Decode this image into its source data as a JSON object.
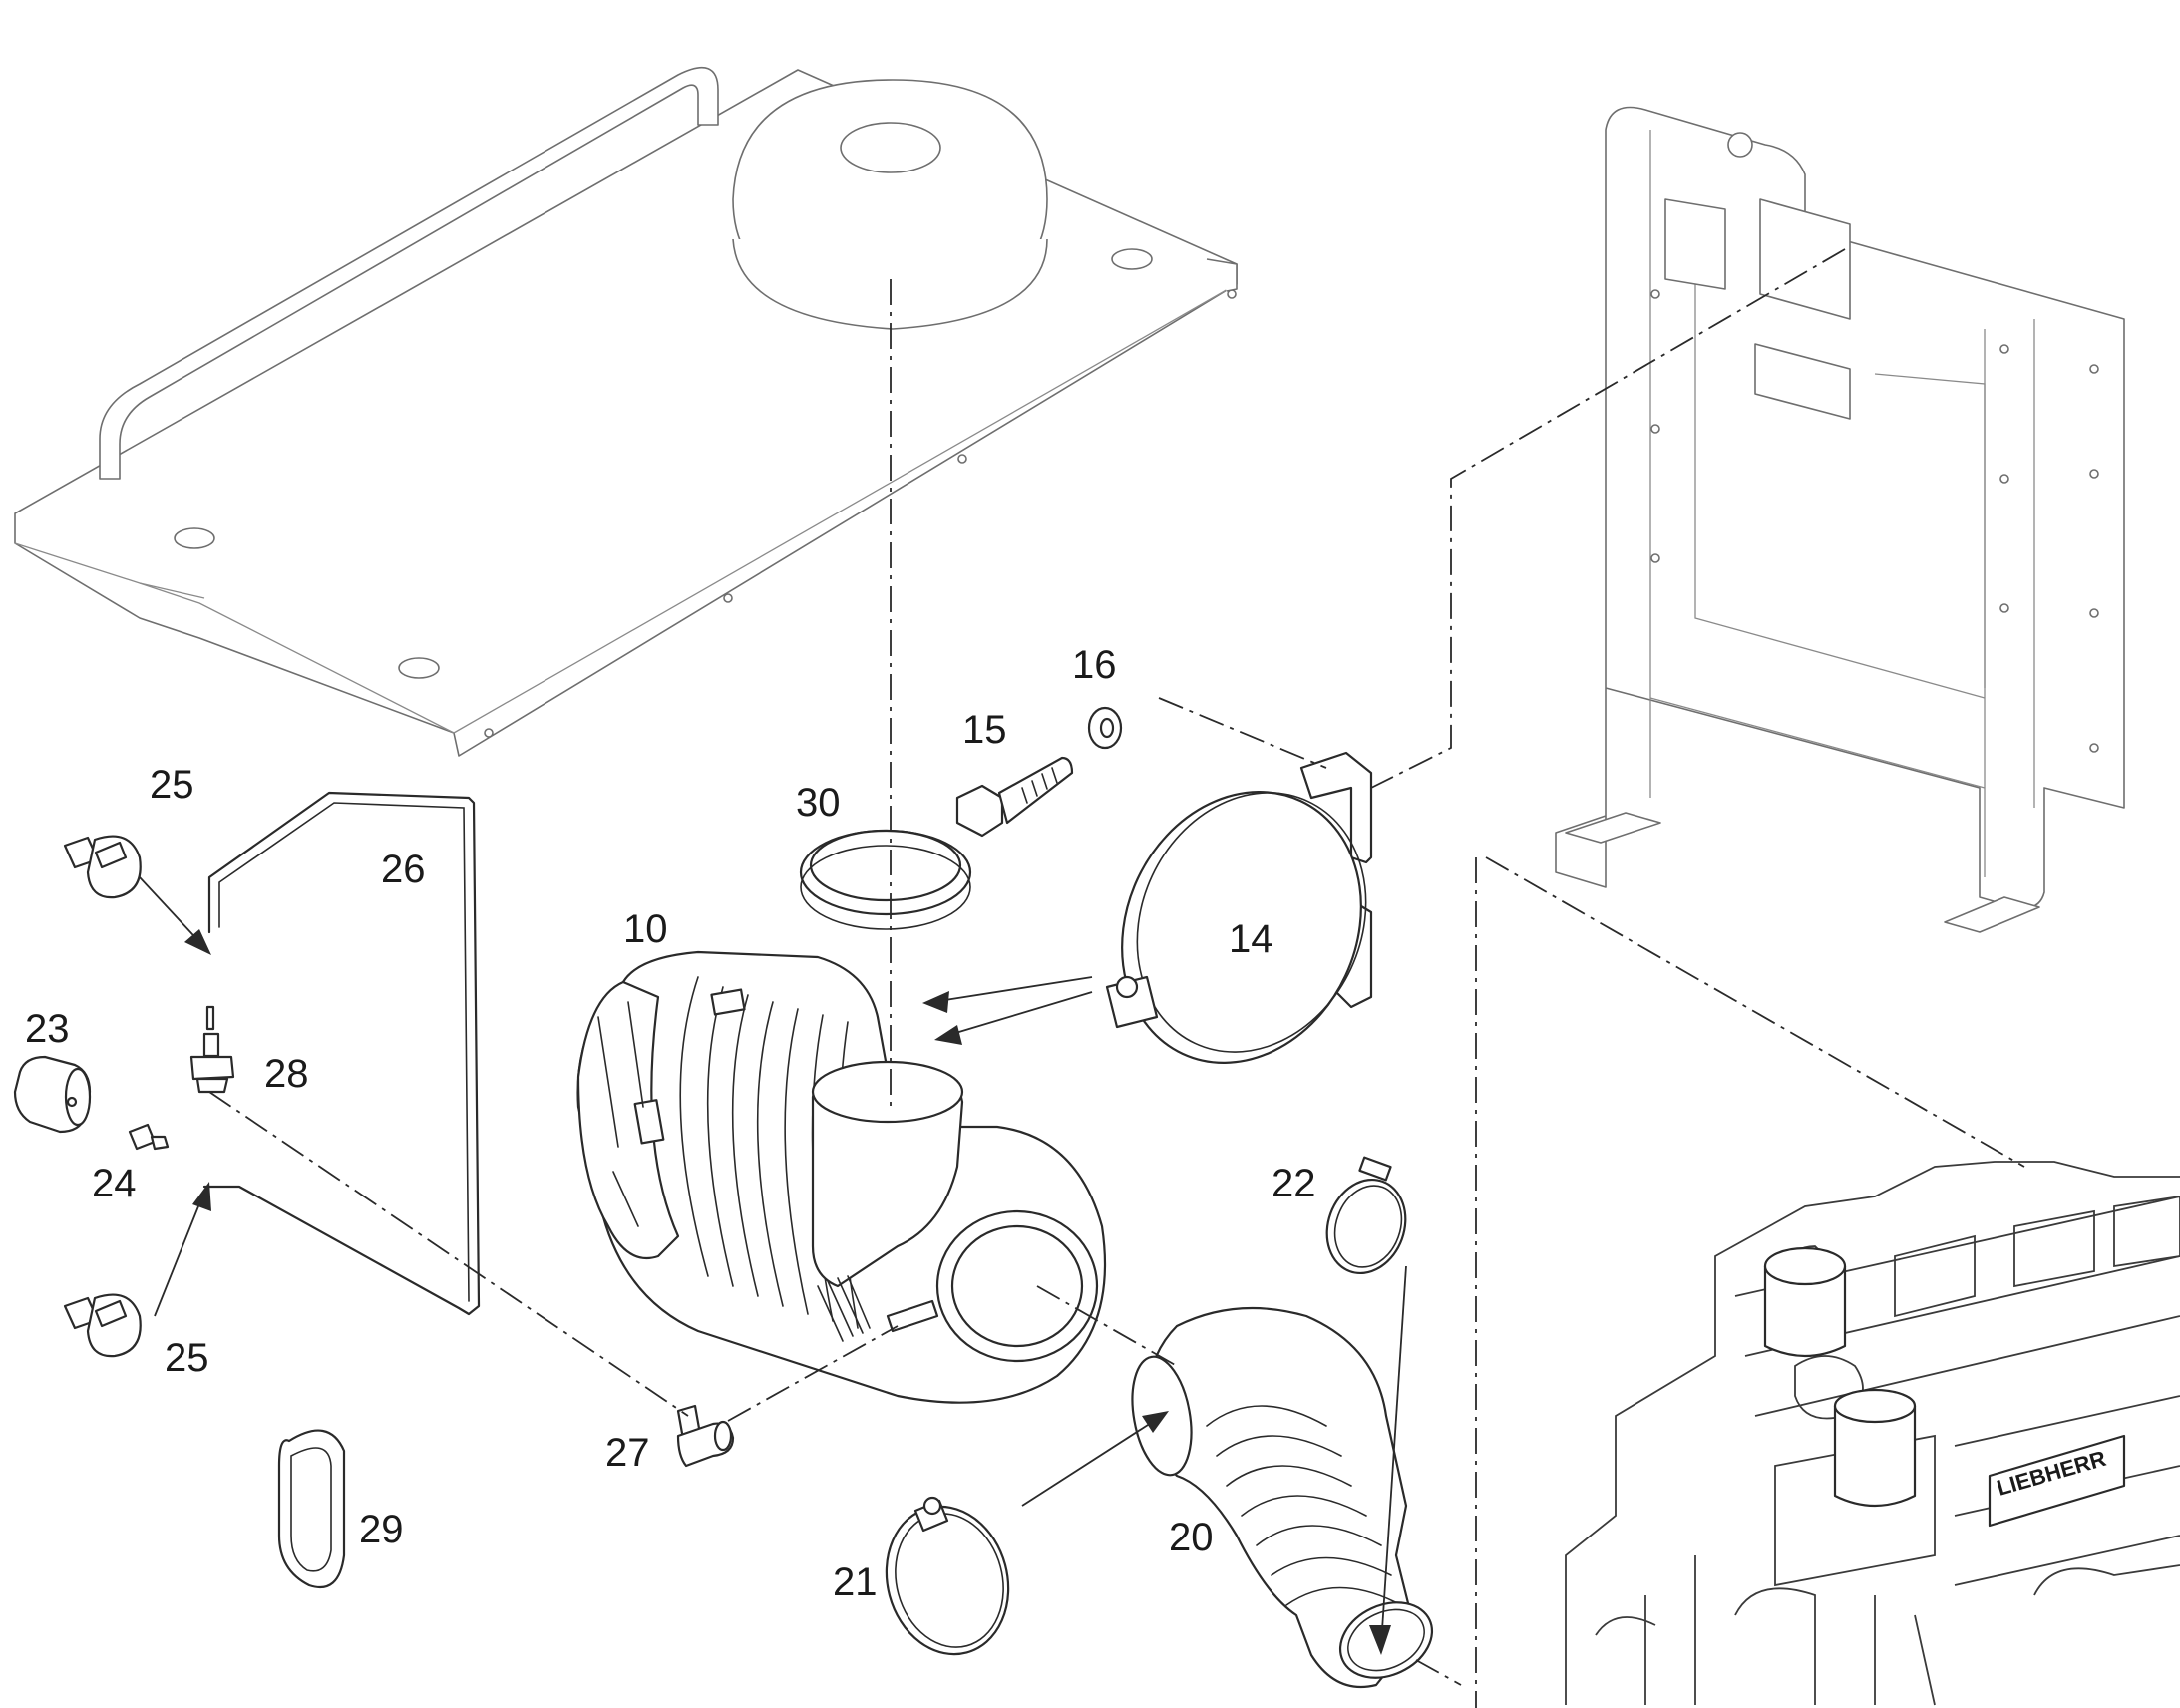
{
  "callouts": [
    {
      "id": "c10",
      "text": "10"
    },
    {
      "id": "c14",
      "text": "14"
    },
    {
      "id": "c15",
      "text": "15"
    },
    {
      "id": "c16",
      "text": "16"
    },
    {
      "id": "c20",
      "text": "20"
    },
    {
      "id": "c21",
      "text": "21"
    },
    {
      "id": "c22",
      "text": "22"
    },
    {
      "id": "c23",
      "text": "23"
    },
    {
      "id": "c24",
      "text": "24"
    },
    {
      "id": "c25a",
      "text": "25"
    },
    {
      "id": "c25b",
      "text": "25"
    },
    {
      "id": "c26",
      "text": "26"
    },
    {
      "id": "c27",
      "text": "27"
    },
    {
      "id": "c28",
      "text": "28"
    },
    {
      "id": "c29",
      "text": "29"
    },
    {
      "id": "c30",
      "text": "30"
    }
  ],
  "engine_plate_text": "LIEBHERR"
}
